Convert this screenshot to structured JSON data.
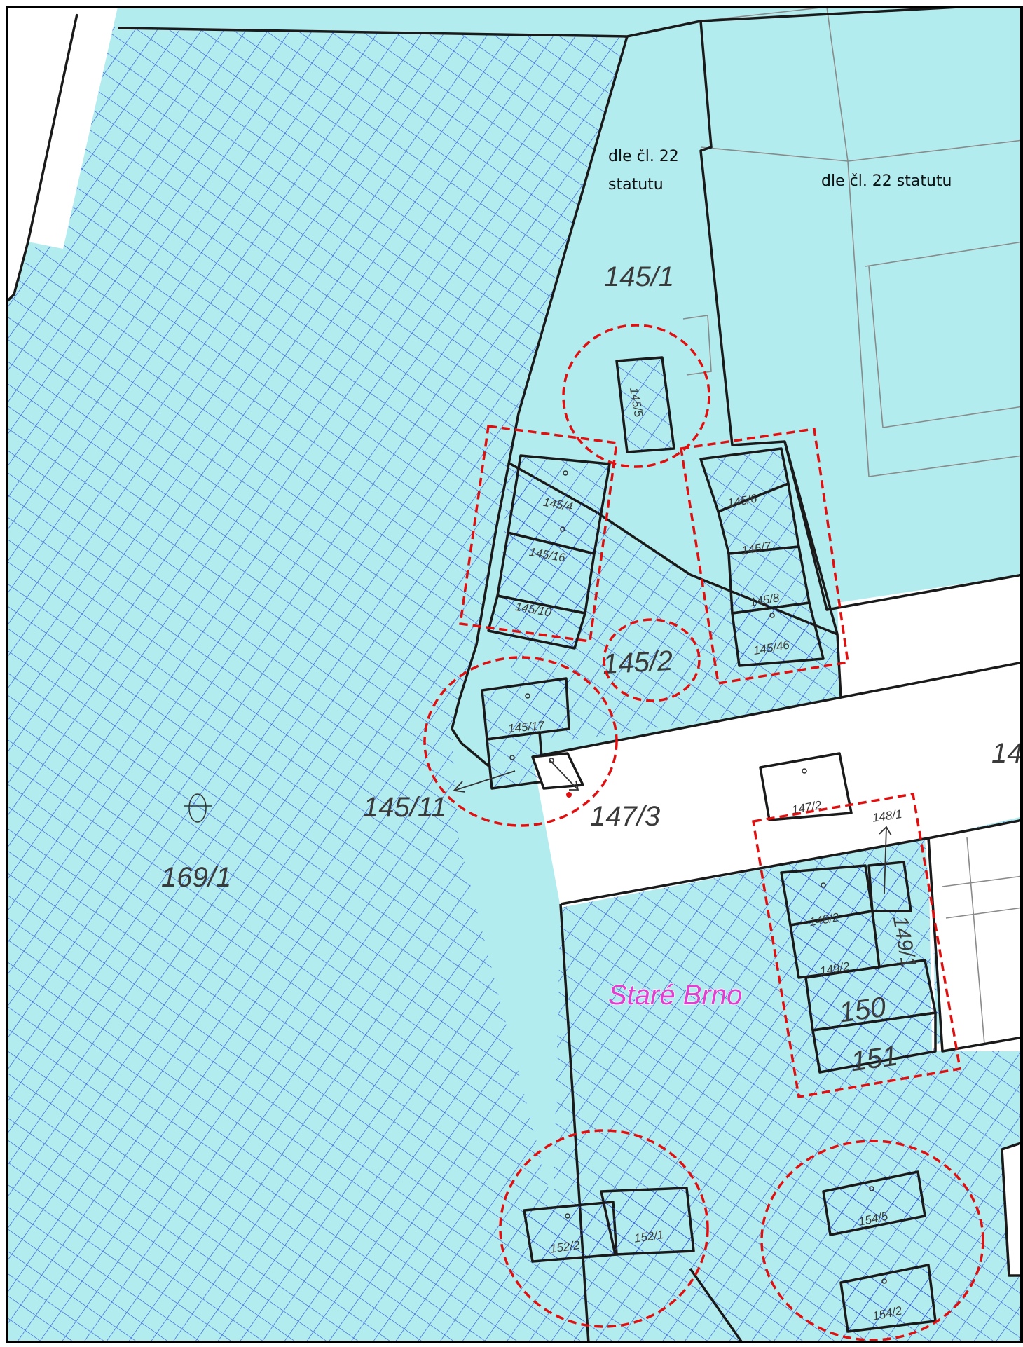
{
  "map": {
    "colors": {
      "plot_fill": "#b3ecef",
      "hatch": "#2e55d6",
      "road": "#ffffff",
      "boundary": "#1a1a1a",
      "marker": "#e01010",
      "locality": "#e040d0"
    },
    "notes": {
      "note_1_line1": "dle čl. 22",
      "note_1_line2": "statutu",
      "note_2": "dle čl. 22 statutu"
    },
    "parcels": {
      "p145_1": "145/1",
      "p145_5": "145/5",
      "p145_4": "145/4",
      "p145_16": "145/16",
      "p145_10": "145/10",
      "p145_6": "145/6",
      "p145_7": "145/7",
      "p145_8": "145/8",
      "p145_46": "145/46",
      "p145_2": "145/2",
      "p145_17": "145/17",
      "p145_11": "145/11",
      "p147_3": "147/3",
      "p147_2": "147/2",
      "p148_1": "148/1",
      "p148_2": "148/2",
      "p149_1": "149/1",
      "p149_2": "149/2",
      "p150": "150",
      "p151": "151",
      "p169_1": "169/1",
      "p14x": "14",
      "p152_2": "152/2",
      "p152_1": "152/1",
      "p154_5": "154/5",
      "p154_2": "154/2"
    },
    "locality_name": "Staré Brno"
  }
}
